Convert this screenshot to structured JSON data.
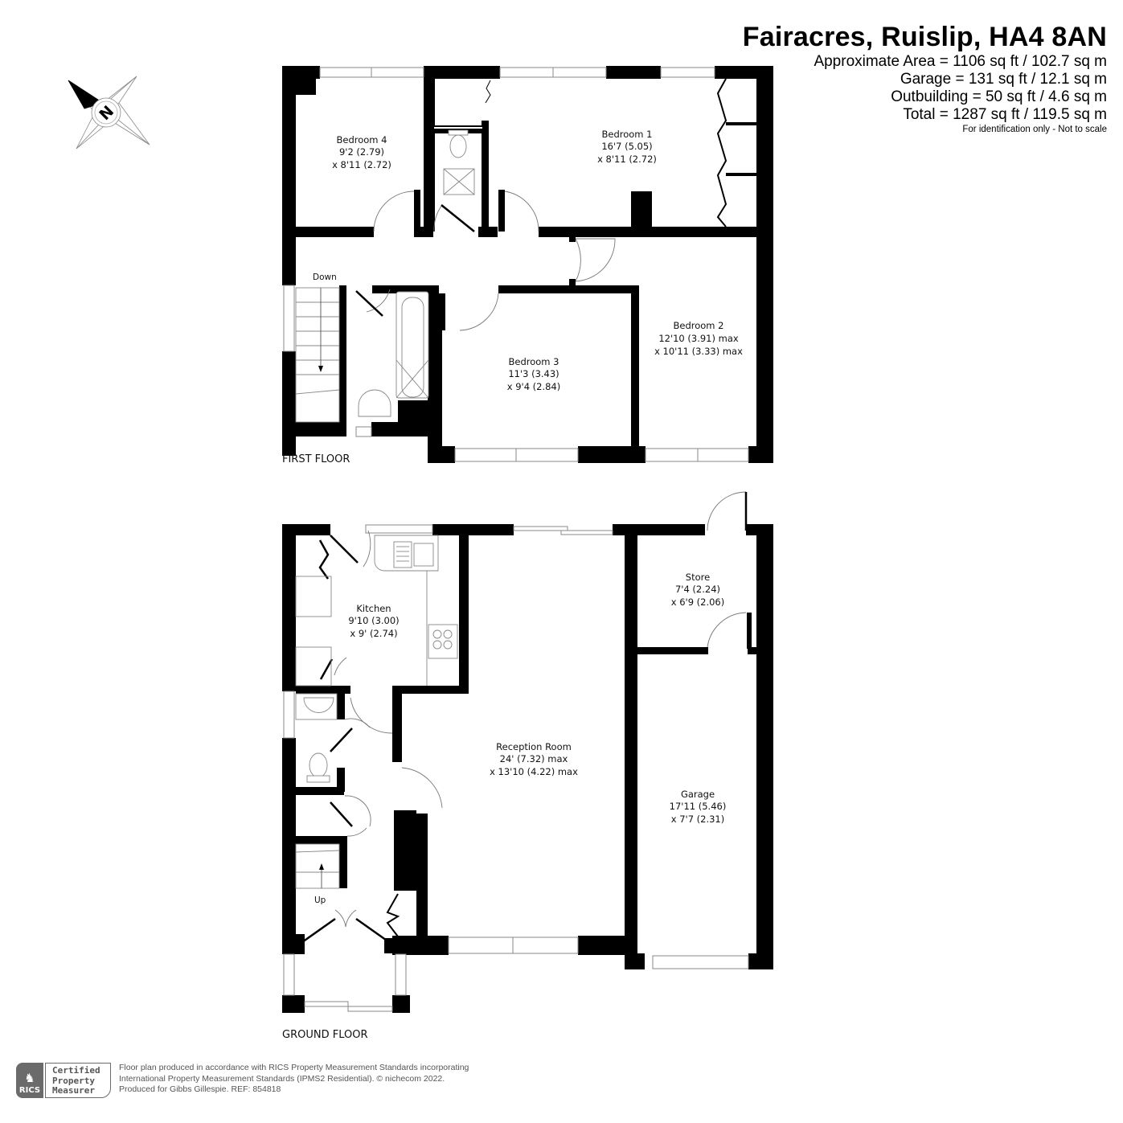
{
  "header": {
    "title": "Fairacres, Ruislip, HA4 8AN",
    "areas": [
      "Approximate Area = 1106 sq ft / 102.7 sq m",
      "Garage = 131 sq ft / 12.1 sq m",
      "Outbuilding = 50 sq ft / 4.6 sq m",
      "Total = 1287 sq ft / 119.5 sq m"
    ],
    "disclaimer": "For identification only - Not to scale"
  },
  "compass": {
    "icon": "compass-north-icon",
    "letter": "N"
  },
  "first_floor": {
    "label": "FIRST FLOOR",
    "stairs_label": "Down",
    "rooms": [
      {
        "name": "Bedroom 4",
        "dim1": "9'2 (2.79)",
        "dim2": "x 8'11 (2.72)"
      },
      {
        "name": "Bedroom 1",
        "dim1": "16'7 (5.05)",
        "dim2": "x 8'11 (2.72)"
      },
      {
        "name": "Bedroom 2",
        "dim1": "12'10 (3.91) max",
        "dim2": "x 10'11 (3.33) max"
      },
      {
        "name": "Bedroom 3",
        "dim1": "11'3 (3.43)",
        "dim2": "x 9'4 (2.84)"
      }
    ]
  },
  "ground_floor": {
    "label": "GROUND FLOOR",
    "stairs_label": "Up",
    "rooms": [
      {
        "name": "Kitchen",
        "dim1": "9'10 (3.00)",
        "dim2": "x 9' (2.74)"
      },
      {
        "name": "Reception Room",
        "dim1": "24' (7.32) max",
        "dim2": "x 13'10 (4.22) max"
      },
      {
        "name": "Store",
        "dim1": "7'4 (2.24)",
        "dim2": "x 6'9 (2.06)"
      },
      {
        "name": "Garage",
        "dim1": "17'11 (5.46)",
        "dim2": "x 7'7 (2.31)"
      }
    ]
  },
  "footer": {
    "rics_logo": "RICS",
    "badge_lines": [
      "Certified",
      "Property",
      "Measurer"
    ],
    "note_lines": [
      "Floor plan produced in accordance with RICS Property Measurement Standards incorporating",
      "International Property Measurement Standards (IPMS2 Residential).   © nichecom 2022.",
      "Produced for Gibbs Gillespie.   REF:  854818"
    ]
  },
  "colors": {
    "wall": "#000000",
    "fixture_line": "#9a9a9a",
    "badge_grey": "#6b6b6b"
  }
}
